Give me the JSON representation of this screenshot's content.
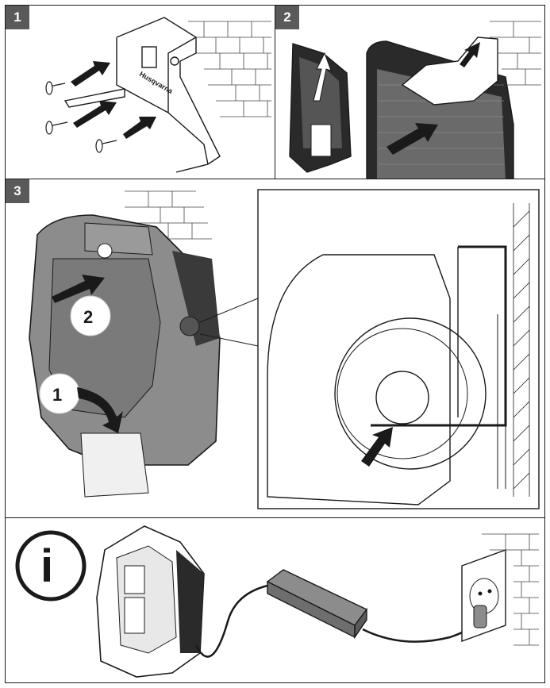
{
  "steps": {
    "step1": "1",
    "step2": "2",
    "step3": "3"
  },
  "callouts": {
    "push": "2",
    "lift": "1"
  },
  "info_symbol": "i",
  "logo_text": "Husqvarna",
  "icons": [
    "info-icon",
    "arrow-icon",
    "power-outlet-icon",
    "power-supply-icon"
  ],
  "colors": {
    "tag": "#5a5a5a",
    "line": "#1a1a1a",
    "mower": "#8c8c8c"
  }
}
